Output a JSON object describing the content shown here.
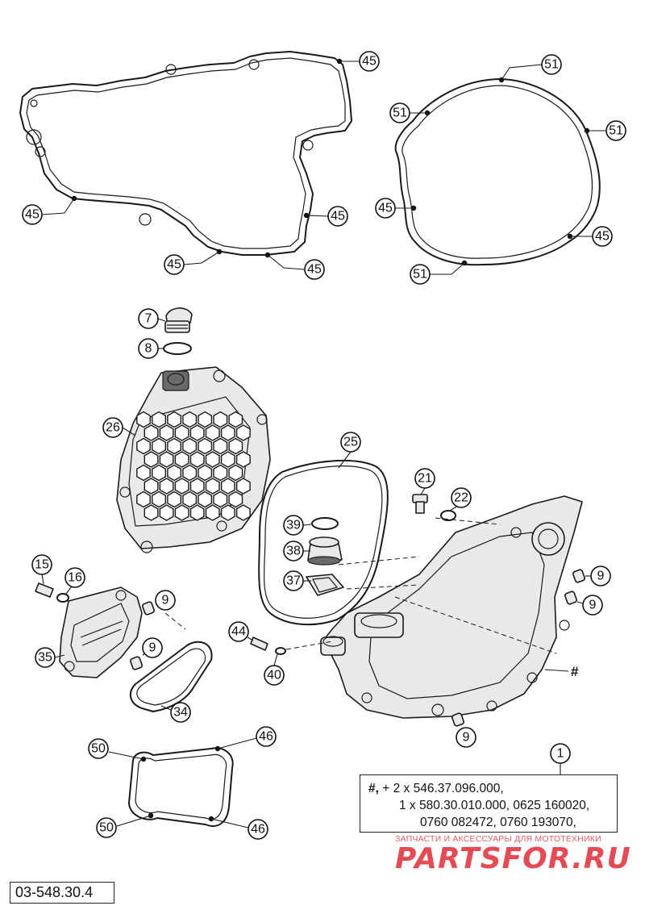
{
  "diagram_id": "03-548.30.4",
  "callouts": {
    "c45_top": "45",
    "c45_left": "45",
    "c45_midright": "45",
    "c45_bottom1": "45",
    "c45_bottom2": "45",
    "c51_top": "51",
    "c51_left": "51",
    "c51_right": "51",
    "c45_ig_left": "45",
    "c45_ig_right": "45",
    "c51_bottom": "51",
    "c7": "7",
    "c8": "8",
    "c26": "26",
    "c25": "25",
    "c21": "21",
    "c22": "22",
    "c39": "39",
    "c38": "38",
    "c37": "37",
    "c15": "15",
    "c16": "16",
    "c9_a": "9",
    "c9_b": "9",
    "c9_c": "9",
    "c9_d": "9",
    "c9_e": "9",
    "c35": "35",
    "c34": "34",
    "c44": "44",
    "c40": "40",
    "c50_top": "50",
    "c46_top": "46",
    "c50_bottom": "50",
    "c46_bottom": "46",
    "c1": "1"
  },
  "note": {
    "symbol": "#,",
    "line1_rest": " + 2 x 546.37.096.000,",
    "line2": "1 x 580.30.010.000, 0625 160020,",
    "line3": "0760 082472, 0760 193070,"
  },
  "hash_marker": "#",
  "watermark": {
    "tagline": "ЗАПЧАСТИ И АКСЕССУАРЫ ДЛЯ МОТОТЕХНИКИ",
    "brand": "PARTSFOR.RU"
  }
}
